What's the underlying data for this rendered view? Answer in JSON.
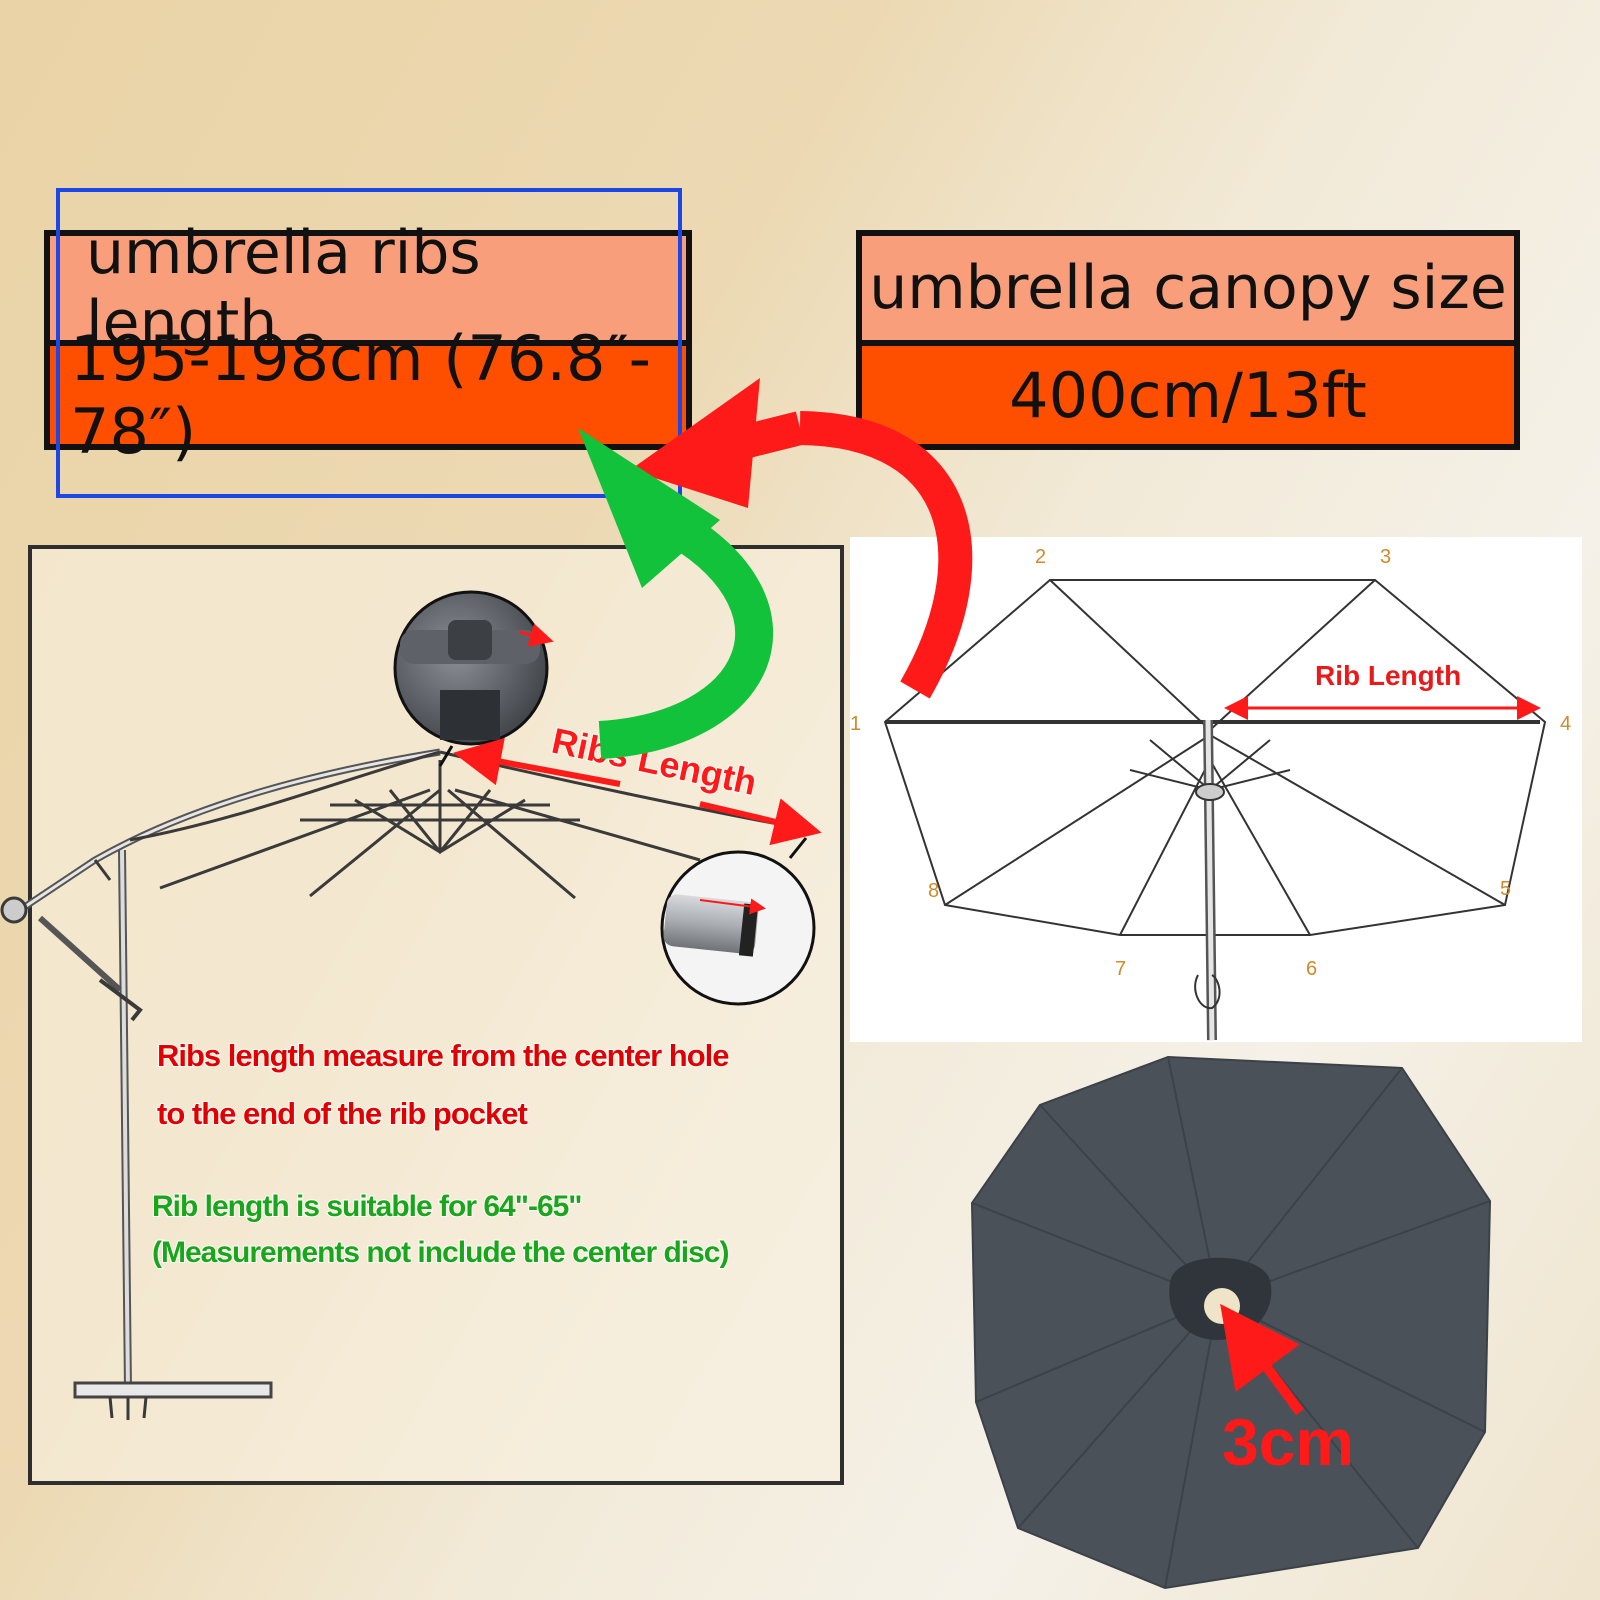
{
  "ribs_table": {
    "title": "umbrella ribs length",
    "value": "195-198cm (76.8″- 78″)"
  },
  "canopy_table": {
    "title": "umbrella canopy size",
    "value": "400cm/13ft"
  },
  "cantilever_diagram": {
    "ribs_length_label": "Ribs Length",
    "note_red_line1": "Ribs length measure from the center hole",
    "note_red_line2": "to the end of the rib pocket",
    "note_green_line1": "Rib length is suitable for 64\"-65\"",
    "note_green_line2": "(Measurements not include the center disc)"
  },
  "frame_diagram": {
    "rib_length_label": "Rib Length",
    "rib_numbers": [
      "1",
      "2",
      "3",
      "4",
      "5",
      "6",
      "7",
      "8"
    ]
  },
  "canopy_photo": {
    "hole_label": "3cm"
  },
  "colors": {
    "table_header": "#f89e7b",
    "table_value": "#fe4f00",
    "red_arrow": "#ff1a1a",
    "green_arrow": "#12c23a",
    "canopy_fabric": "#4a5159",
    "highlight_frame": "#1a47e6"
  }
}
